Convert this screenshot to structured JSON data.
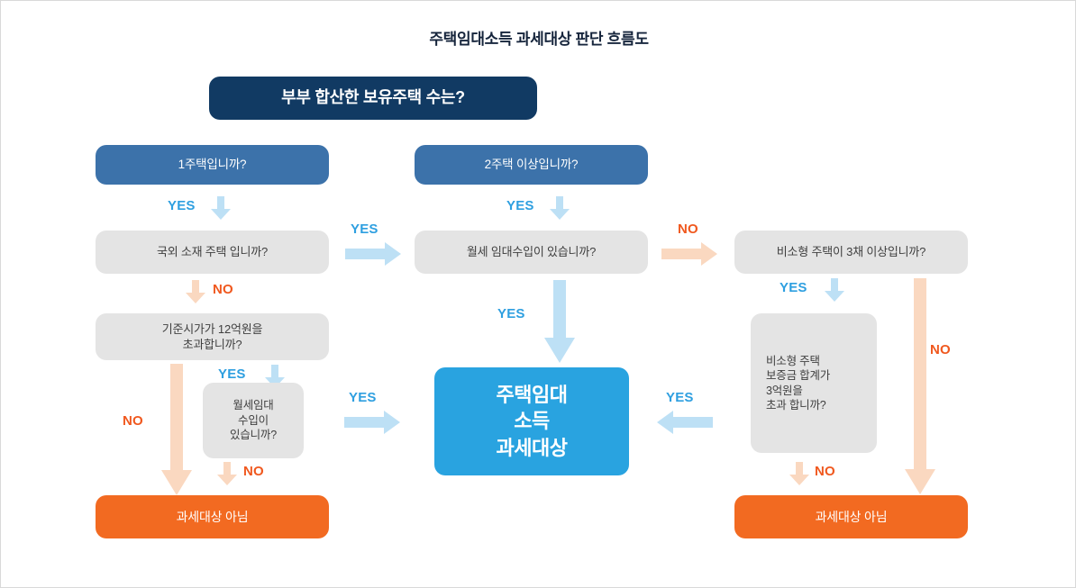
{
  "page": {
    "title": "주택임대소득 과세대상 판단 흐름도"
  },
  "colors": {
    "navy": "#113a63",
    "blue": "#3c72aa",
    "gray": "#e4e4e4",
    "result_blue": "#29a3e0",
    "orange": "#f26a21",
    "yes_label": "#2e9fe0",
    "no_label": "#f0581e",
    "arrow_blue": "#bde0f5",
    "arrow_orange": "#fad8c0"
  },
  "nodes": {
    "root": "부부 합산한 보유주택 수는?",
    "one_house": "1주택입니까?",
    "two_or_more": "2주택 이상입니까?",
    "overseas": "국외 소재 주택 입니까?",
    "monthly_rent_center": "월세 임대수입이 있습니까?",
    "non_small_three": "비소형 주택이 3채 이상입니까?",
    "price_over_12": "기준시가가 12억원을\n초과합니까?",
    "monthly_rent_small": "월세임대\n수입이\n있습니까?",
    "deposit_over_3": "비소형 주택\n보증금 합계가\n3억원을\n초과 합니까?",
    "taxable": "주택임대\n소득\n과세대상",
    "not_taxable_left": "과세대상 아님",
    "not_taxable_right": "과세대상 아님"
  },
  "labels": {
    "yes": "YES",
    "no": "NO"
  },
  "edges": [
    {
      "id": "one-house-to-overseas",
      "label": "YES",
      "direction": "down"
    },
    {
      "id": "overseas-to-price",
      "label": "NO",
      "direction": "down"
    },
    {
      "id": "overseas-to-monthly-center",
      "label": "YES",
      "direction": "right"
    },
    {
      "id": "two-or-more-to-monthly-center",
      "label": "YES",
      "direction": "down"
    },
    {
      "id": "monthly-center-to-non-small",
      "label": "NO",
      "direction": "right"
    },
    {
      "id": "monthly-center-to-taxable",
      "label": "YES",
      "direction": "down"
    },
    {
      "id": "price-to-small-rent",
      "label": "YES",
      "direction": "down"
    },
    {
      "id": "price-to-not-taxable-left",
      "label": "NO",
      "direction": "down"
    },
    {
      "id": "small-rent-to-taxable",
      "label": "YES",
      "direction": "right"
    },
    {
      "id": "small-rent-to-not-taxable-left",
      "label": "NO",
      "direction": "down"
    },
    {
      "id": "non-small-to-deposit",
      "label": "YES",
      "direction": "down"
    },
    {
      "id": "non-small-to-not-taxable-right",
      "label": "NO",
      "direction": "down"
    },
    {
      "id": "deposit-to-taxable",
      "label": "YES",
      "direction": "left"
    },
    {
      "id": "deposit-to-not-taxable-right",
      "label": "NO",
      "direction": "down"
    }
  ]
}
